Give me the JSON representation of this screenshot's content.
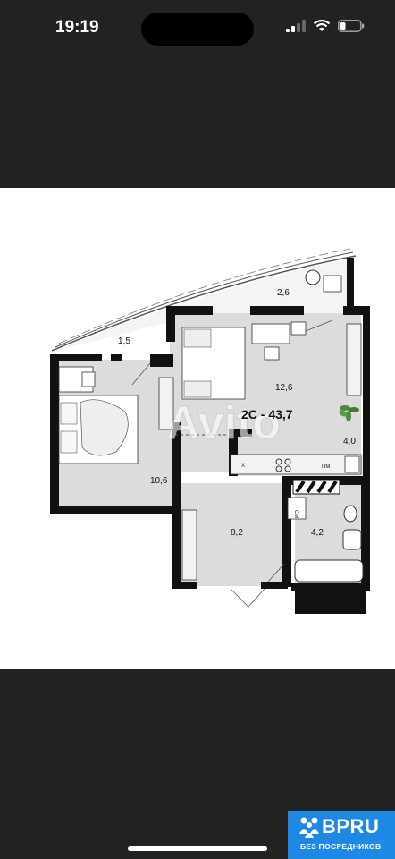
{
  "status_bar": {
    "time": "19:19"
  },
  "floor_plan": {
    "title": "2С - 43,7",
    "watermark": "Avito",
    "rooms": [
      {
        "id": "balcony",
        "area": "2,6"
      },
      {
        "id": "loggia",
        "area": "1,5"
      },
      {
        "id": "living",
        "area": "12,6"
      },
      {
        "id": "kitchen",
        "area": "4,0"
      },
      {
        "id": "bedroom",
        "area": "10,6"
      },
      {
        "id": "hall",
        "area": "8,2"
      },
      {
        "id": "bathroom",
        "area": "4,2"
      }
    ],
    "appliances": {
      "fridge": "Х",
      "dishwasher": "ПМ",
      "washer": "СМ"
    }
  },
  "badge": {
    "name": "BPRU",
    "tagline": "БЕЗ ПОСРЕДНИКОВ",
    "color": "#1e88e5"
  },
  "icons": [
    "signal-icon",
    "wifi-icon",
    "battery-icon",
    "houseplant-icon",
    "bpru-logo-icon"
  ]
}
